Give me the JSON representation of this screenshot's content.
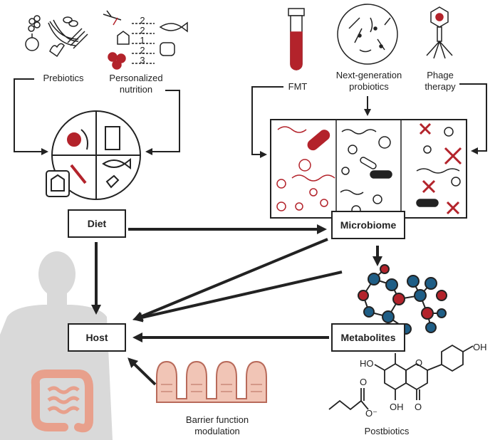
{
  "nodes": {
    "diet": "Diet",
    "microbiome": "Microbiome",
    "host": "Host",
    "metabolites": "Metabolites"
  },
  "interventions": {
    "prebiotics": "Prebiotics",
    "personalized_nutrition": "Personalized nutrition",
    "fmt": "FMT",
    "next_gen_probiotics": "Next-generation probiotics",
    "phage_therapy": "Phage therapy",
    "barrier_function": "Barrier function modulation",
    "postbiotics": "Postbiotics"
  },
  "nutrition_scores": [
    "2",
    "2",
    "1",
    "2",
    "3"
  ],
  "chem_labels": {
    "oh_right": "OH",
    "ho_left": "HO",
    "oh_bottom": "OH",
    "o_ring": "O",
    "o_ketone": "O",
    "o_minus": "O⁻"
  },
  "colors": {
    "red": "#b3232b",
    "blue": "#1f5e86",
    "gut": "#e8a08c",
    "silhouette": "#d9d9d9"
  }
}
